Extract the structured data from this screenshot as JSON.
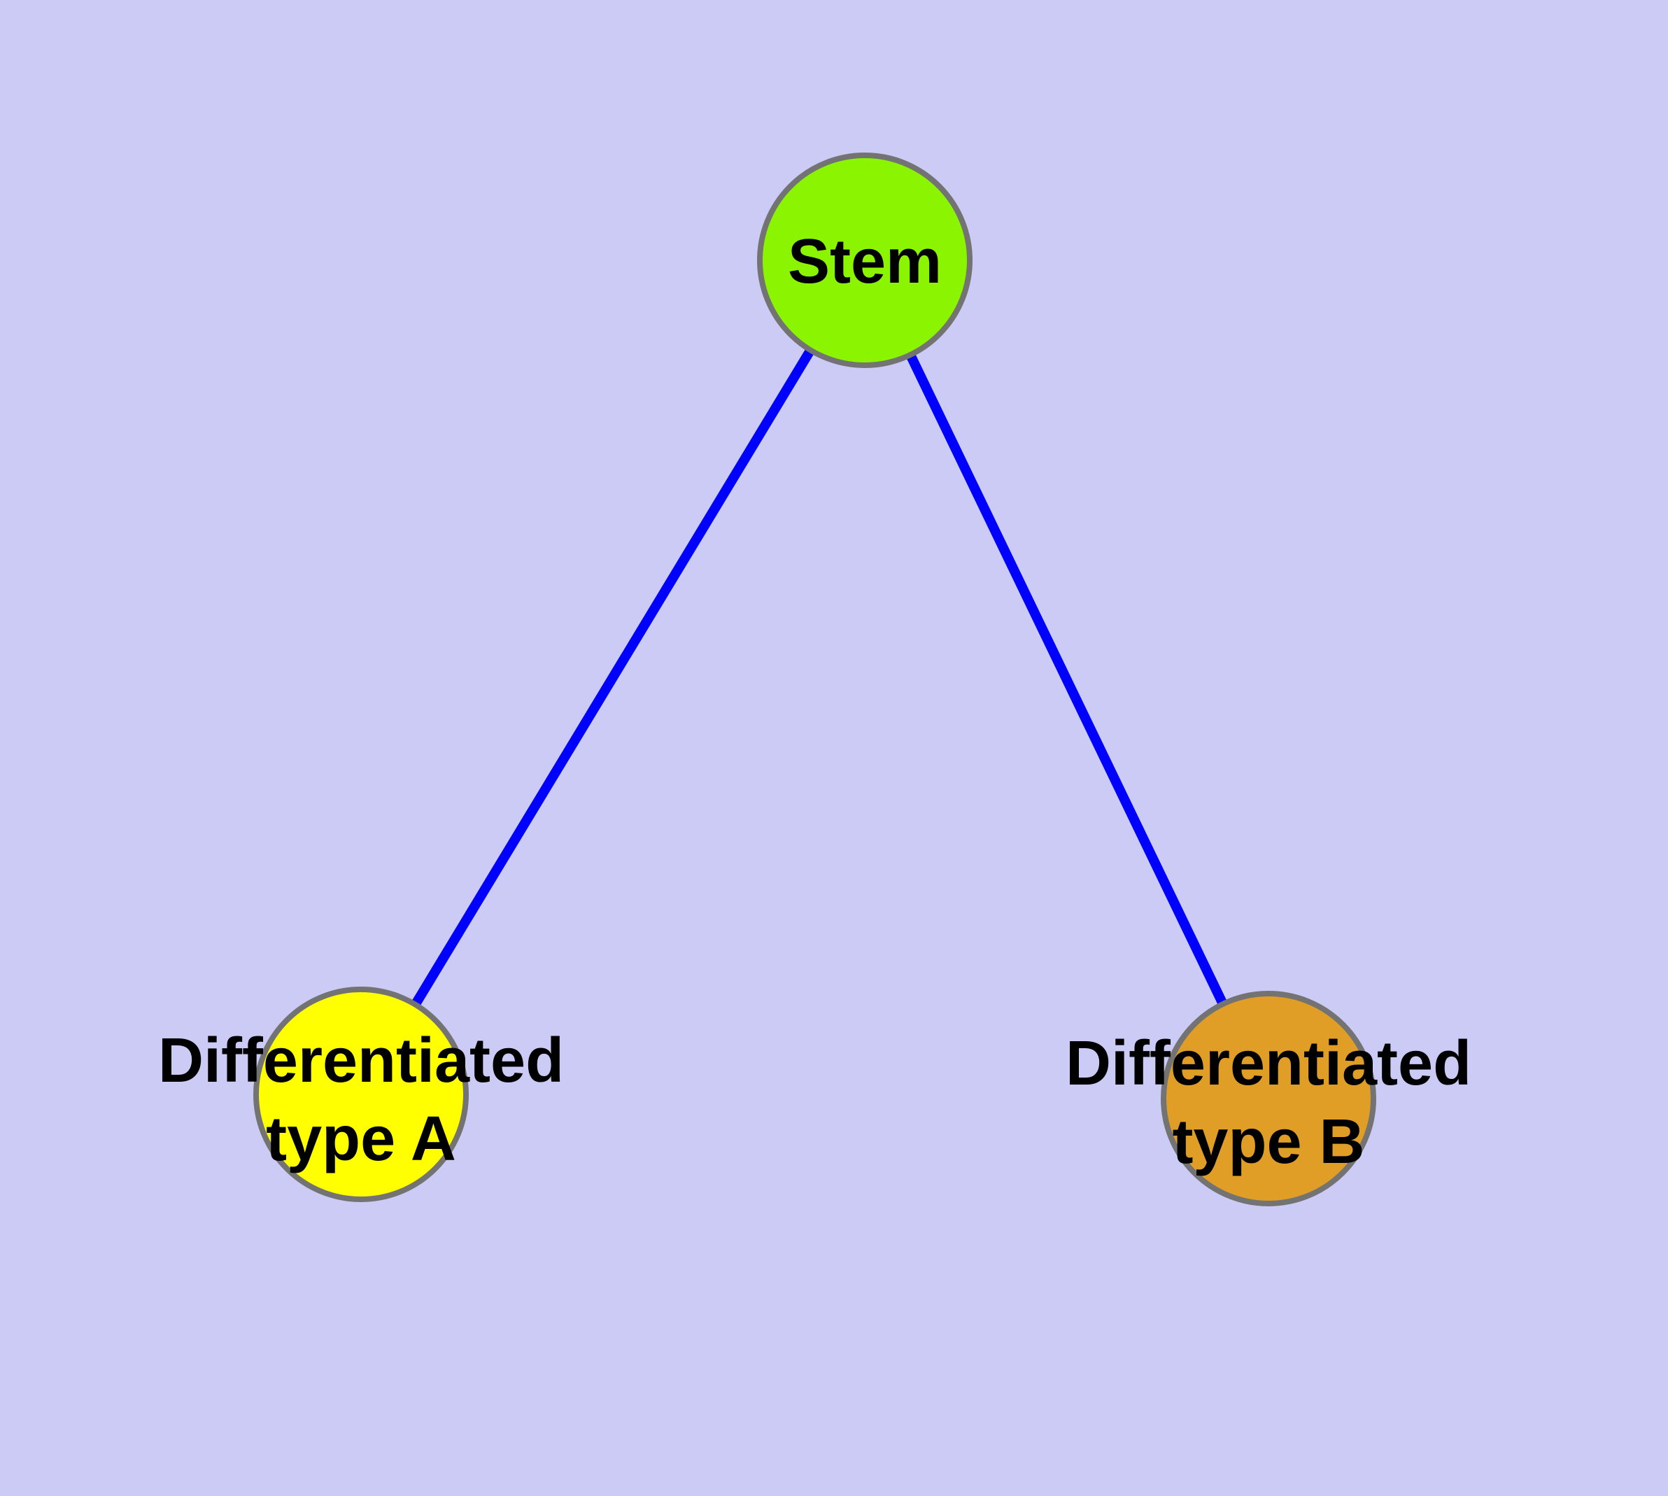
{
  "diagram": {
    "type": "node-link-graph",
    "background_color": "#cbcbf6",
    "edge_color": "#0000fe",
    "node_border_color": "#737373",
    "label_color": "#000000",
    "nodes": [
      {
        "id": "stem",
        "label": "Stem",
        "color": "#8bf400",
        "shape": "circle"
      },
      {
        "id": "typeA",
        "label": "Differentiated\ntype A",
        "color": "#ffff00",
        "shape": "circle"
      },
      {
        "id": "typeB",
        "label": "Differentiated\ntype B",
        "color": "#e19e26",
        "shape": "circle"
      }
    ],
    "edges": [
      {
        "from": "Stem",
        "to": "Differentiated type A"
      },
      {
        "from": "Stem",
        "to": "Differentiated type B"
      }
    ]
  }
}
